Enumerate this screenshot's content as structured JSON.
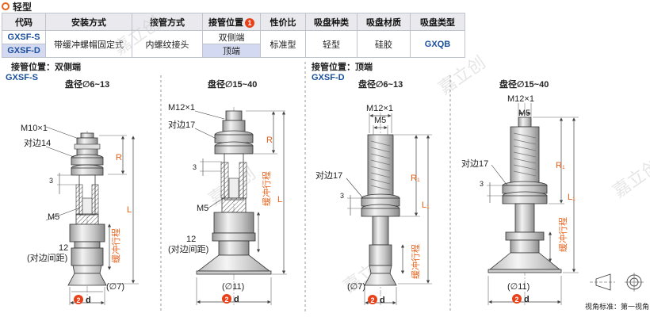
{
  "title": "轻型",
  "table": {
    "headers": [
      "代码",
      "安装方式",
      "接管方式",
      "接管位置",
      "性价比",
      "吸盘种类",
      "吸盘材质",
      "吸盘类型"
    ],
    "header_badge": "1",
    "codes": [
      "GXSF-S",
      "GXSF-D"
    ],
    "install": "带缓冲螺帽固定式",
    "pipe_method": "内螺纹接头",
    "pipe_positions": [
      "双侧端",
      "顶端"
    ],
    "value": "标准型",
    "cup_kind": "轻型",
    "cup_material": "硅胶",
    "cup_type": "GXQB"
  },
  "section_s": {
    "position_label": "接管位置：双侧端",
    "code": "GXSF-S",
    "diam_small": "盘径∅6~13",
    "diam_large": "盘径∅15~40"
  },
  "section_d": {
    "position_label": "接管位置：顶端",
    "code": "GXSF-D",
    "diam_small": "盘径∅6~13",
    "diam_large": "盘径∅15~40"
  },
  "labels": {
    "m10": "M10×1",
    "m12": "M12×1",
    "m5": "M5",
    "af14": "对边14",
    "af17": "对边17",
    "three": "3",
    "twelve": "12",
    "af_dist": "(对边间距)",
    "phi7": "(∅7)",
    "phi11": "(∅11)",
    "R": "R",
    "R1": "R₁",
    "L": "L",
    "L1": "L₁",
    "buffer": "缓冲行程",
    "d": "d",
    "d_badge": "2",
    "projection": "视角标准：第一视角"
  },
  "watermark": "嘉立创",
  "colors": {
    "accent": "#e8611a",
    "brand_blue": "#1a4f9c",
    "badge_red": "#e8411a"
  }
}
